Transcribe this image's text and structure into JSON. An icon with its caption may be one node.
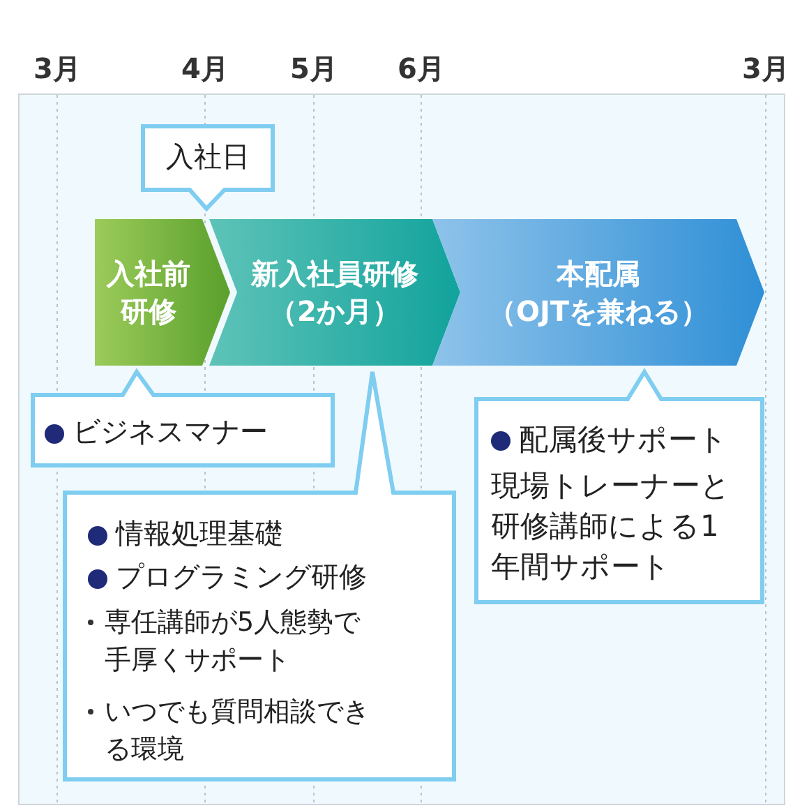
{
  "diagram": {
    "nodes": [
      {
        "text": [
          "入社日"
        ]
      },
      {
        "text": [
          "入社前研修"
        ]
      },
      {
        "text": [
          "新入社員研修（2か月）"
        ]
      },
      {
        "text": [
          "本配属（OJTを兼ねる）"
        ]
      },
      {
        "text": [
          "ビジネスマナー"
        ]
      },
      {
        "text": [
          "情報処理基礎",
          "プログラミング研修",
          "専任講師が5人態勢で手厚くサポート",
          "いつでも質問相談できる環境"
        ]
      },
      {
        "text": [
          "配属後サポート",
          "現場トレーナーと研修講師による1年間サポート"
        ]
      }
    ],
    "labels": [
      "3月",
      "4月",
      "5月",
      "6月",
      "3月"
    ]
  }
}
